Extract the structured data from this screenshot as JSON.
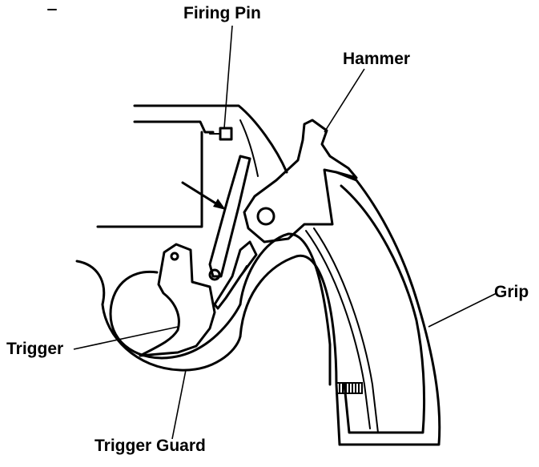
{
  "labels": {
    "firing_pin": "Firing Pin",
    "hammer": "Hammer",
    "grip": "Grip",
    "trigger": "Trigger",
    "trigger_guard": "Trigger Guard"
  },
  "colors": {
    "line": "#000000",
    "background": "#ffffff"
  }
}
